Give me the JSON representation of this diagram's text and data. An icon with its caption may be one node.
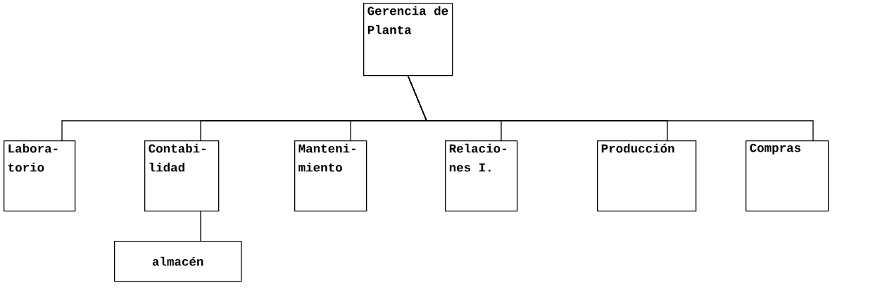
{
  "diagram": {
    "nodes": [
      {
        "text": [
          "Gerencia de Planta"
        ]
      },
      {
        "text": [
          "Labora- torio"
        ]
      },
      {
        "text": [
          "Contabi- lidad"
        ]
      },
      {
        "text": [
          "Manteni- miento"
        ]
      },
      {
        "text": [
          "Relacio- nes I."
        ]
      },
      {
        "text": [
          "Producción"
        ]
      },
      {
        "text": [
          "Compras"
        ]
      },
      {
        "text": [
          "almacén"
        ]
      }
    ],
    "edges": [
      {
        "from": 0,
        "to": 1,
        "arrow": "none"
      },
      {
        "from": 0,
        "to": 2,
        "arrow": "none"
      },
      {
        "from": 0,
        "to": 3,
        "arrow": "none"
      },
      {
        "from": 0,
        "to": 4,
        "arrow": "none"
      },
      {
        "from": 0,
        "to": 5,
        "arrow": "none"
      },
      {
        "from": 0,
        "to": 6,
        "arrow": "none"
      },
      {
        "from": 2,
        "to": 7,
        "arrow": "none"
      }
    ]
  }
}
